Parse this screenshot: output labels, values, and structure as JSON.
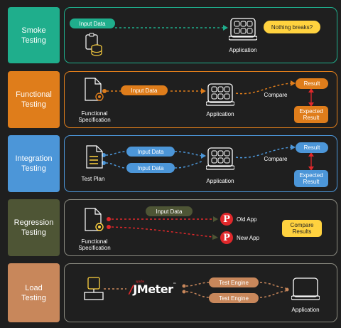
{
  "colors": {
    "background": "#1f1f1f",
    "smoke": "#1fae8c",
    "functional": "#df7d1b",
    "integration": "#4c96d8",
    "regression": "#4e5535",
    "load": "#c8875b",
    "compare_results": "#ffd23f",
    "red": "#e0282b"
  },
  "rows": {
    "smoke": {
      "title": "Smoke\nTesting",
      "input_data": "Input Data",
      "application": "Application",
      "nothing_breaks": "Nothing breaks?",
      "icons": [
        "clipboard-icon",
        "database-icon",
        "application-icon"
      ]
    },
    "functional": {
      "title": "Functional\nTesting",
      "input_data": "Input Data",
      "spec": "Functional\nSpecification",
      "application": "Application",
      "compare": "Compare",
      "result": "Result",
      "expected": "Expected\nResult",
      "icons": [
        "document-gear-icon",
        "application-icon"
      ]
    },
    "integration": {
      "title": "Integration\nTesting",
      "input_data_1": "Input Data",
      "input_data_2": "Input Data",
      "test_plan": "Test Plan",
      "application": "Application",
      "compare": "Compare",
      "result": "Result",
      "expected": "Expected\nResult",
      "icons": [
        "document-lines-icon",
        "application-icon"
      ]
    },
    "regression": {
      "title": "Regression\nTesting",
      "input_data": "Input Data",
      "spec": "Functional\nSpecification",
      "old_app": "Old App",
      "new_app": "New App",
      "compare_results": "Compare\nResults",
      "icons": [
        "document-gear-icon",
        "pinterest-logo-old",
        "pinterest-logo-new"
      ]
    },
    "load": {
      "title": "Load\nTesting",
      "tool": "JMeter",
      "tool_brand": "apache",
      "test_engine_1": "Test Engine",
      "test_engine_2": "Test Engine",
      "application": "Application",
      "icons": [
        "server-icon",
        "jmeter-logo",
        "application-icon"
      ]
    }
  }
}
